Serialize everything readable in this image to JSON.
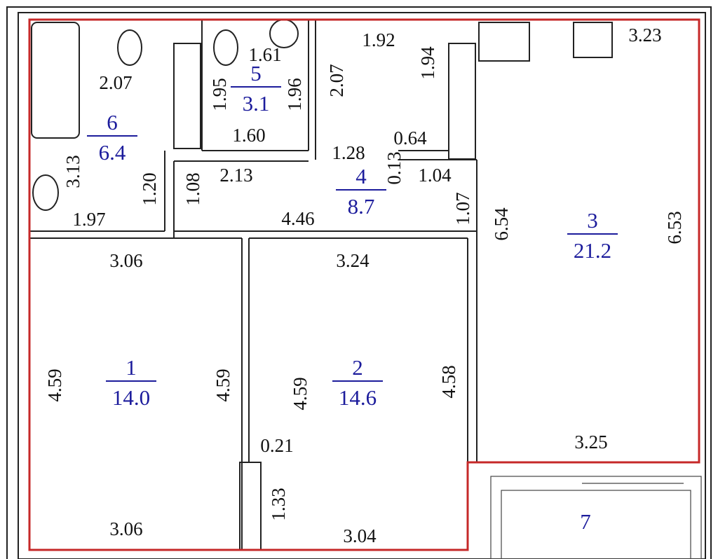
{
  "plan": {
    "outline_color": "#c62828",
    "room_label_color": "#1c1c9c",
    "rooms": [
      {
        "number": "6",
        "area": "6.4"
      },
      {
        "number": "5",
        "area": "3.1"
      },
      {
        "number": "4",
        "area": "8.7"
      },
      {
        "number": "3",
        "area": "21.2"
      },
      {
        "number": "1",
        "area": "14.0"
      },
      {
        "number": "2",
        "area": "14.6"
      },
      {
        "number": "7",
        "area": ""
      }
    ],
    "dimensions": [
      "2.07",
      "3.13",
      "1.20",
      "1.08",
      "1.97",
      "1.95",
      "1.61",
      "1.96",
      "1.60",
      "2.07",
      "1.92",
      "1.94",
      "0.64",
      "1.28",
      "0.13",
      "2.13",
      "1.04",
      "1.07",
      "4.46",
      "3.23",
      "6.54",
      "6.53",
      "3.06",
      "3.24",
      "4.59",
      "4.59",
      "4.59",
      "4.58",
      "0.21",
      "3.25",
      "1.33",
      "3.06",
      "3.04"
    ]
  }
}
